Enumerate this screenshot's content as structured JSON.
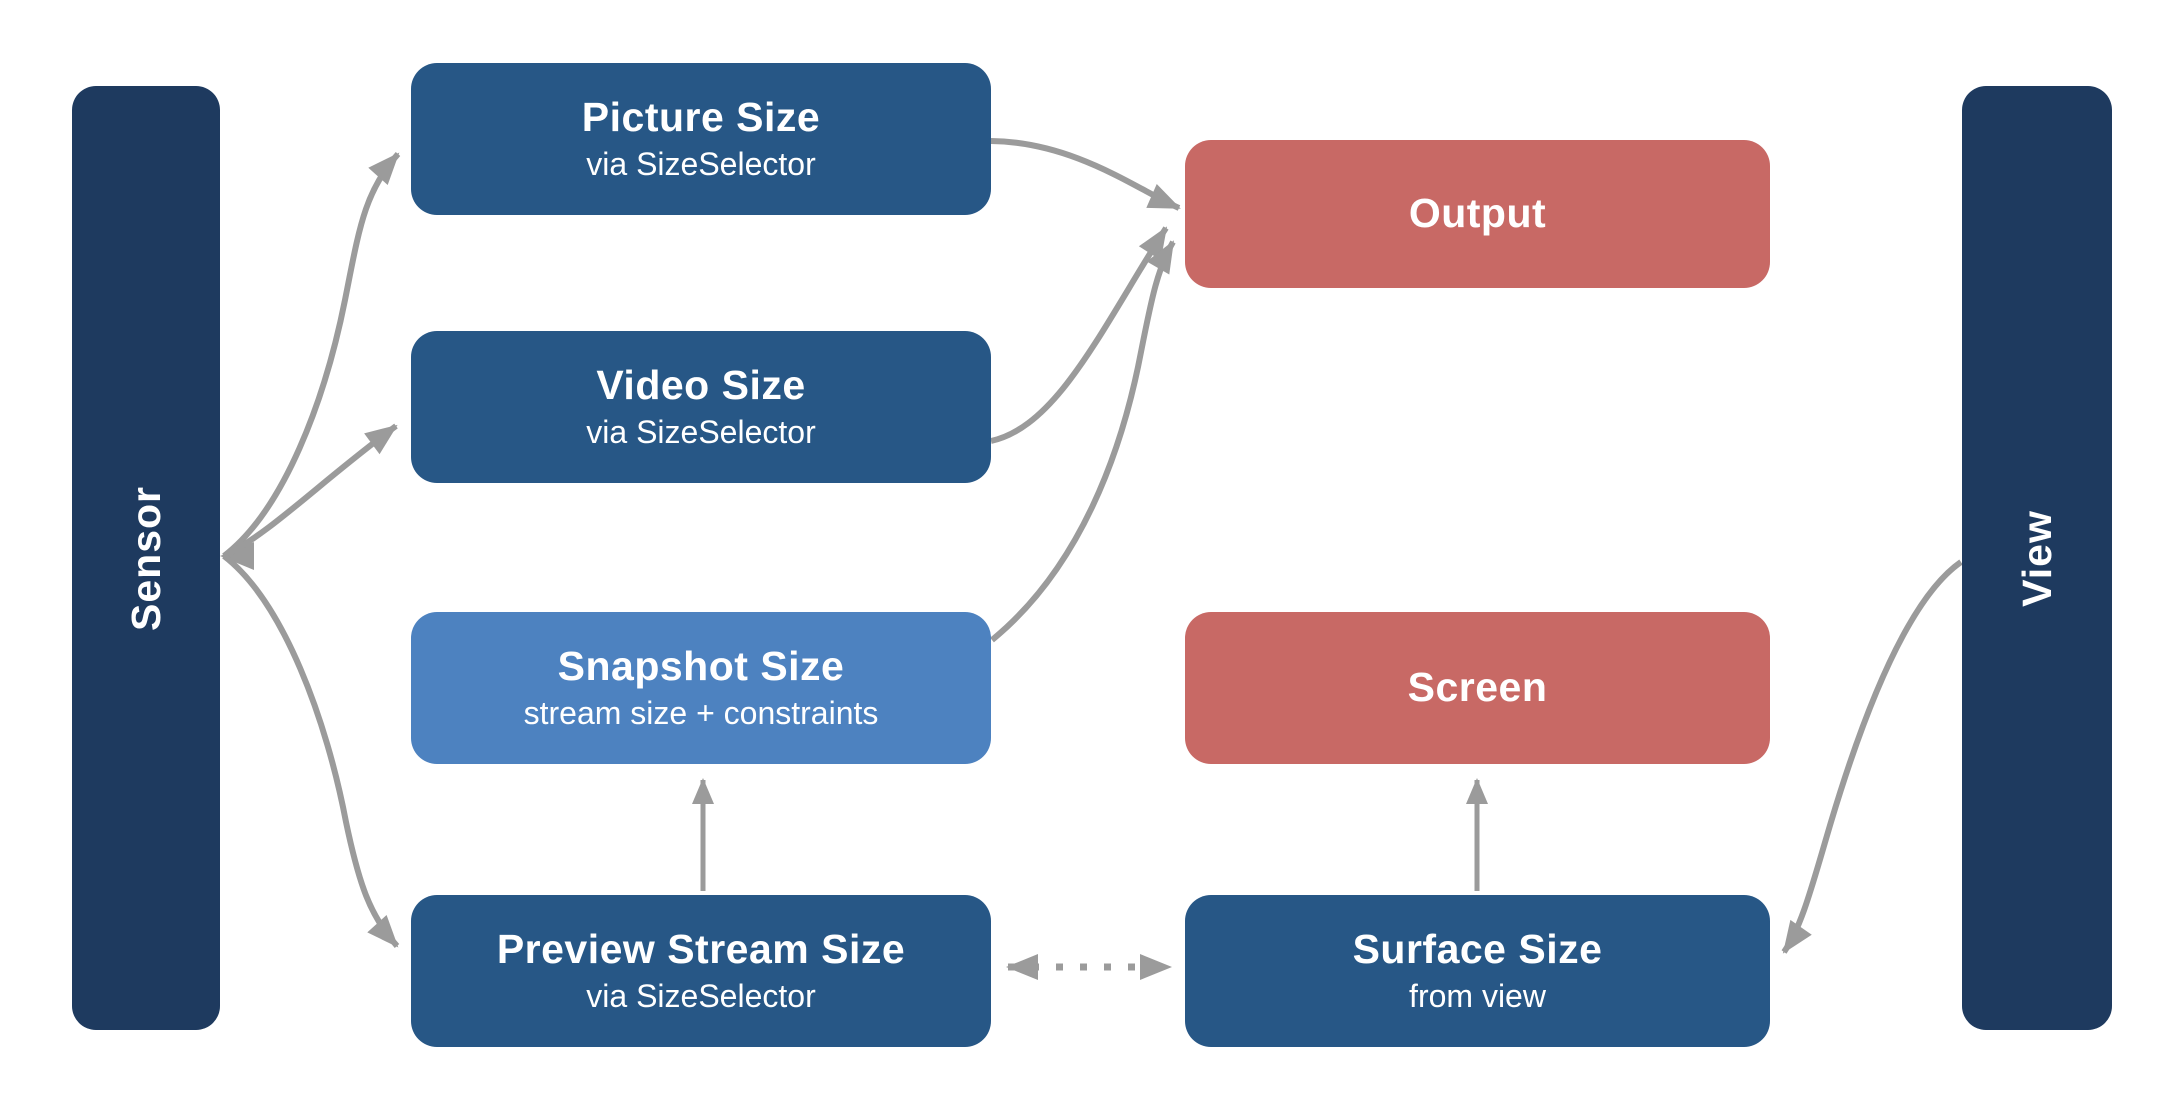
{
  "diagram": {
    "background": "#ffffff",
    "arrow_color": "#9b9b9b",
    "colors": {
      "sidebar_navy": "#1e3a5f",
      "box_blue": "#275786",
      "box_light_blue": "#4d82c0",
      "box_red": "#c86965",
      "text": "#ffffff"
    },
    "sidebars": {
      "sensor": {
        "label": "Sensor",
        "color": "#1e3a5f"
      },
      "view": {
        "label": "View",
        "color": "#1e3a5f"
      }
    },
    "nodes": {
      "picture_size": {
        "title": "Picture Size",
        "subtitle": "via SizeSelector",
        "color": "#275786"
      },
      "video_size": {
        "title": "Video Size",
        "subtitle": "via SizeSelector",
        "color": "#275786"
      },
      "snapshot_size": {
        "title": "Snapshot Size",
        "subtitle": "stream size + constraints",
        "color": "#4d82c0"
      },
      "preview_stream_size": {
        "title": "Preview Stream Size",
        "subtitle": "via SizeSelector",
        "color": "#275786"
      },
      "output": {
        "title": "Output",
        "color": "#c86965"
      },
      "screen": {
        "title": "Screen",
        "color": "#c86965"
      },
      "surface_size": {
        "title": "Surface Size",
        "subtitle": "from view",
        "color": "#275786"
      }
    },
    "edges": {
      "sensor_to_picture": "Sensor to Picture Size",
      "sensor_to_video": "Sensor to Video Size",
      "sensor_to_preview": "Sensor to Preview Stream Size",
      "picture_to_output": "Picture Size to Output",
      "video_to_output": "Video Size to Output",
      "snapshot_to_output": "Snapshot Size to Output",
      "preview_to_snapshot": "Preview Stream Size to Snapshot Size",
      "surface_to_screen": "Surface Size to Screen",
      "preview_surface_dotted": "Preview Stream Size to Surface Size (dotted, bidirectional)",
      "view_to_surface": "View to Surface Size"
    }
  }
}
